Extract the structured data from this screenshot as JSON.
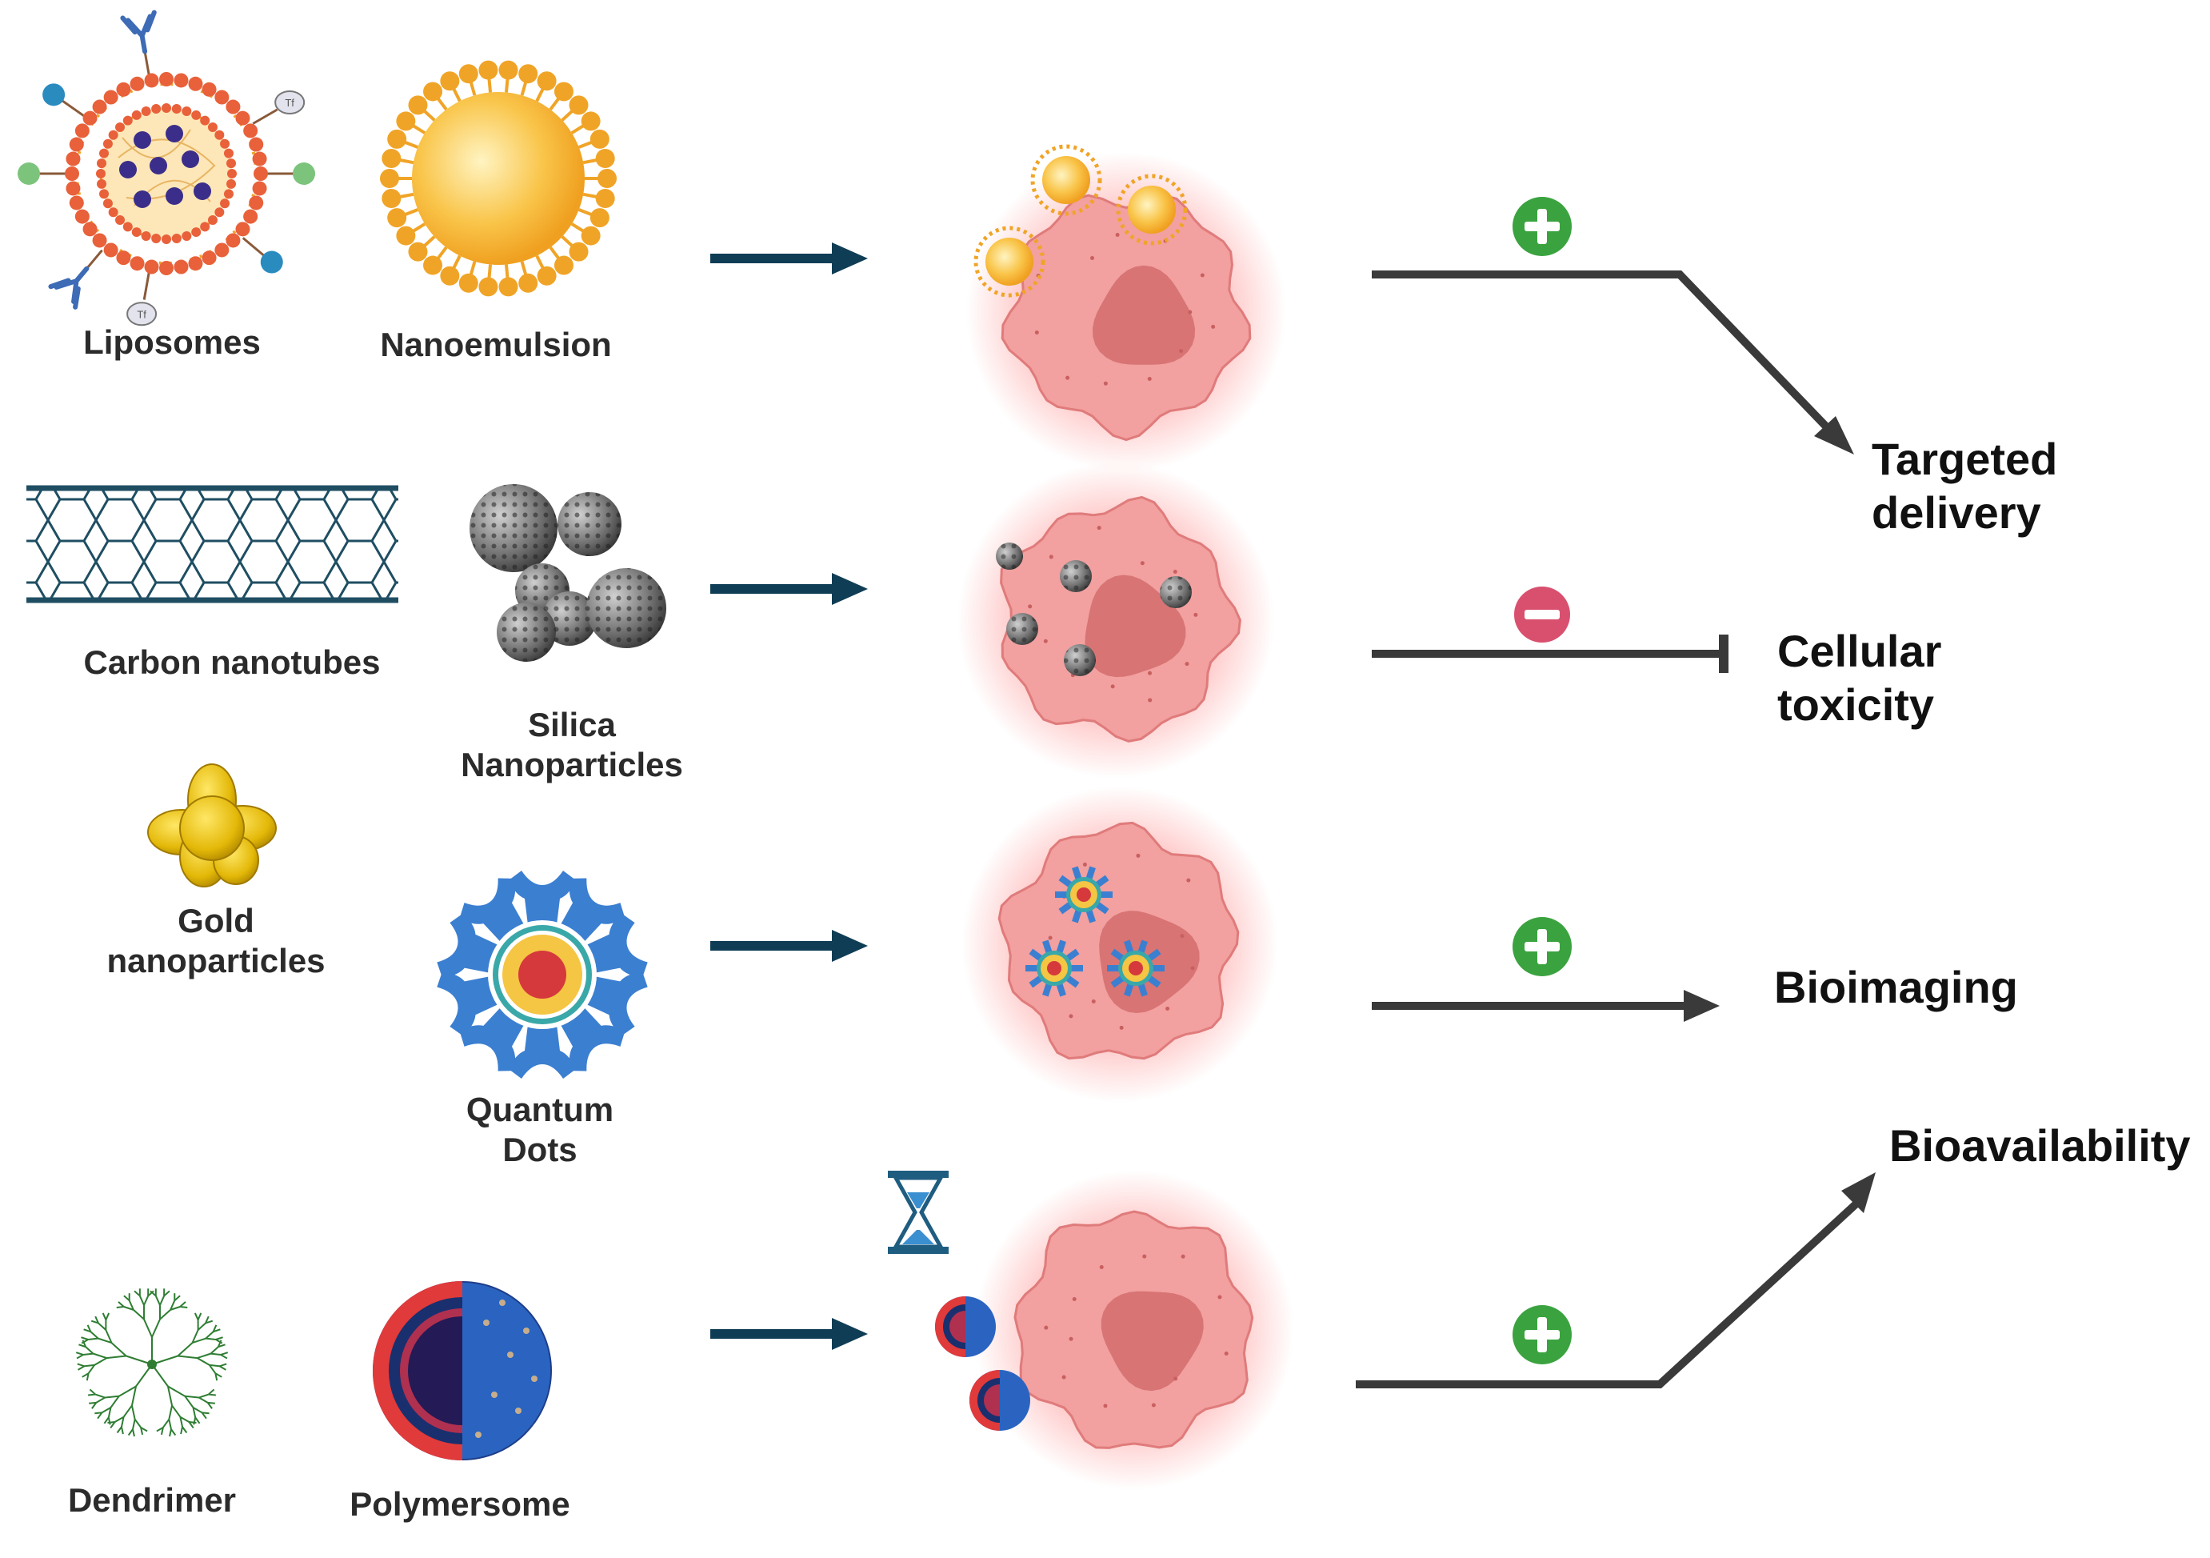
{
  "nanoparticles": {
    "liposomes": "Liposomes",
    "nanoemulsion": "Nanoemulsion",
    "carbon_nanotubes": "Carbon nanotubes",
    "silica": [
      "Silica",
      "Nanoparticles"
    ],
    "gold": [
      "Gold",
      "nanoparticles"
    ],
    "quantum_dots": [
      "Quantum",
      "Dots"
    ],
    "dendrimer": "Dendrimer",
    "polymersome": "Polymersome"
  },
  "outcomes": {
    "targeted_delivery": [
      "Targeted",
      "delivery"
    ],
    "cellular_toxicity": [
      "Cellular",
      "toxicity"
    ],
    "bioimaging": "Bioimaging",
    "bioavailability": "Bioavailability"
  },
  "effects": {
    "targeted_delivery": "positive",
    "cellular_toxicity": "negative",
    "bioimaging": "positive",
    "bioavailability": "positive"
  },
  "liposome_ligand_tag": "Tf",
  "colors": {
    "arrow": "#0f3d55",
    "outcome_line": "#3a3a3a",
    "positive": "#3aa33f",
    "negative": "#d9506f",
    "cell": "#f2a0a0",
    "nucleus": "#d87474",
    "lipid": "#f0a427",
    "nanotube": "#1f4e62"
  }
}
